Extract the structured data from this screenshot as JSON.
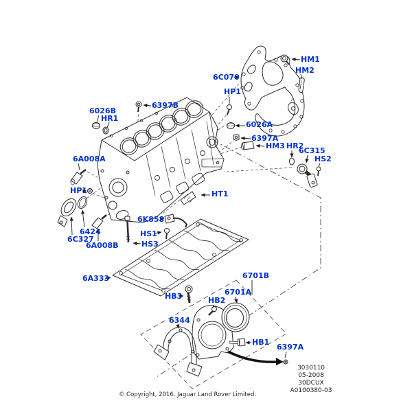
{
  "diagram": {
    "kind": "parts-diagram",
    "subject": "engine block / cylinder block assembly"
  },
  "colors": {
    "label_blue": "#0033cc",
    "line": "#2a2a2a",
    "background": "#ffffff"
  },
  "callouts": [
    {
      "text": "6026B"
    },
    {
      "text": "HR1"
    },
    {
      "text": "6397B"
    },
    {
      "text": "6C070"
    },
    {
      "text": "HM1"
    },
    {
      "text": "HM2"
    },
    {
      "text": "HP1"
    },
    {
      "text": "6026A"
    },
    {
      "text": "6397A"
    },
    {
      "text": "HM3"
    },
    {
      "text": "HR2"
    },
    {
      "text": "6C315"
    },
    {
      "text": "HS2"
    },
    {
      "text": "6A008A"
    },
    {
      "text": "HP1"
    },
    {
      "text": "HT1"
    },
    {
      "text": "6424"
    },
    {
      "text": "6C327"
    },
    {
      "text": "6A008B"
    },
    {
      "text": "6K858"
    },
    {
      "text": "HS1"
    },
    {
      "text": "HS3"
    },
    {
      "text": "6A333"
    },
    {
      "text": "HB3"
    },
    {
      "text": "6701B"
    },
    {
      "text": "6701A"
    },
    {
      "text": "HB2"
    },
    {
      "text": "6344"
    },
    {
      "text": "HB1"
    },
    {
      "text": "6397A"
    }
  ],
  "footer": {
    "ref_lines": [
      "3030110",
      "05-2008",
      "30DCUX",
      "A0100380-03"
    ],
    "copyright": "© Copyright, 2016. Jaguar Land Rover Limited."
  }
}
